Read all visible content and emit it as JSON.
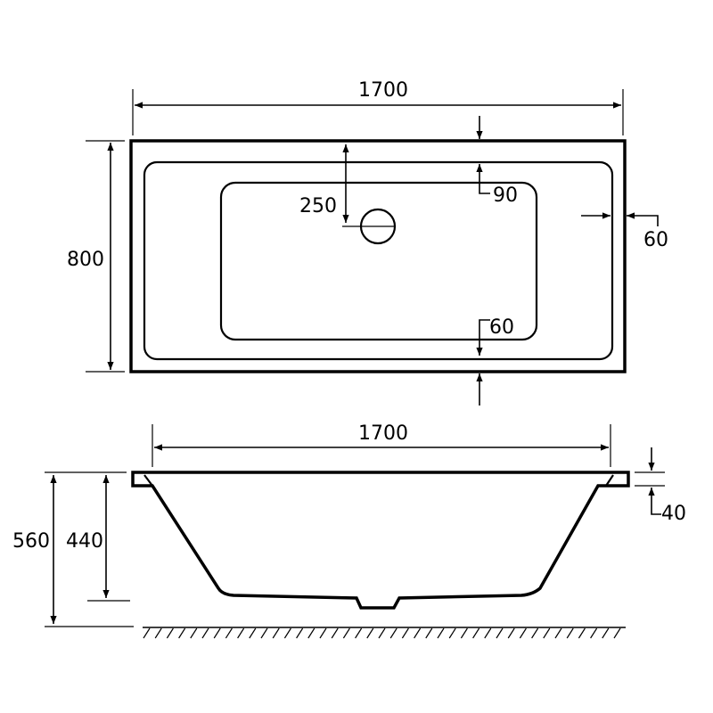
{
  "plan_view": {
    "length": "1700",
    "width": "800",
    "waste_offset": "250",
    "rim_top": "90",
    "rim_bottom": "60",
    "rim_side": "60"
  },
  "side_view": {
    "length": "1700",
    "total_height": "560",
    "bath_depth": "440",
    "rim_thickness": "40"
  }
}
